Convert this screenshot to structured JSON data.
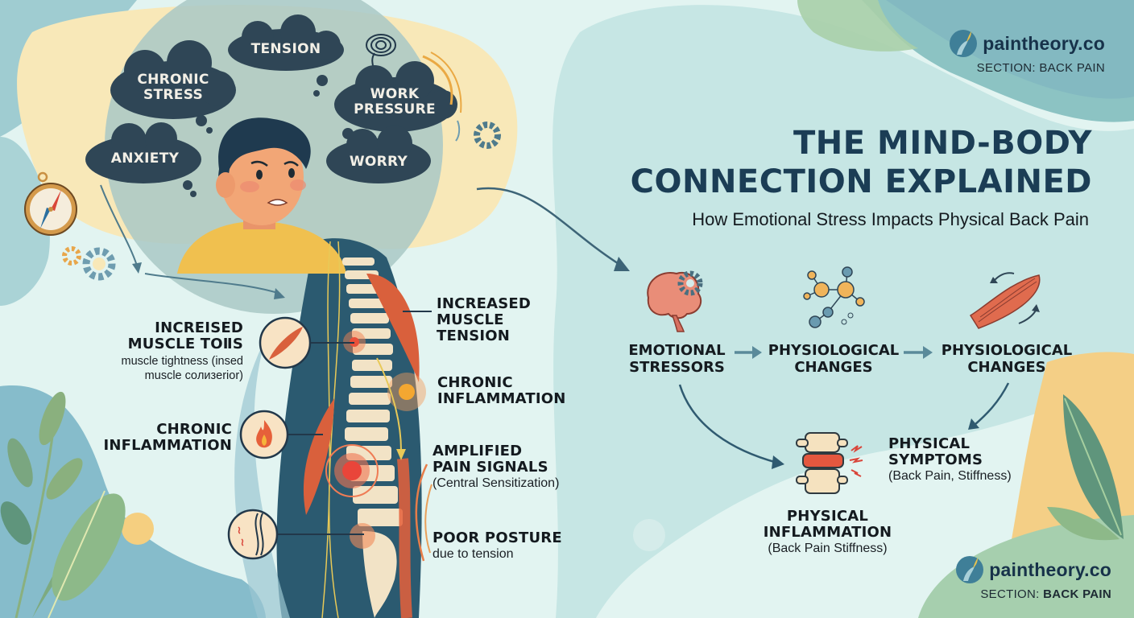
{
  "brand_top": {
    "name": "paintheory.co",
    "section_prefix": "SECTION:",
    "section_value": "BACK PAIN",
    "logo_icon": "leaf-circle-logo-icon"
  },
  "brand_bottom": {
    "name": "paintheory.co",
    "section_prefix": "SECTION:",
    "section_value": "BACK PAIN",
    "logo_icon": "leaf-circle-logo-icon"
  },
  "title": {
    "line1": "THE MIND-BODY",
    "line2": "CONNECTION EXPLAINED",
    "subtitle": "How Emotional Stress Impacts Physical Back Pain"
  },
  "thought_clouds": [
    {
      "label_line1": "TENSION",
      "label_line2": ""
    },
    {
      "label_line1": "CHRONIC",
      "label_line2": "STRESS"
    },
    {
      "label_line1": "WORK",
      "label_line2": "PRESSURE"
    },
    {
      "label_line1": "ANXIETY",
      "label_line2": ""
    },
    {
      "label_line1": "WORRY",
      "label_line2": ""
    }
  ],
  "left_callouts": [
    {
      "heading_line1": "INCREISED",
      "heading_line2": "MUSCLE TOⅡS",
      "sub_line1": "muscle tightness (insed",
      "sub_line2": "muscle coлизerior)",
      "icon": "muscle-icon"
    },
    {
      "heading_line1": "CHRONIC",
      "heading_line2": "INFLAMMATION",
      "icon": "flame-icon"
    },
    {
      "icon": "posture-spine-icon"
    }
  ],
  "right_callouts": [
    {
      "heading_line1": "INCREASED",
      "heading_line2": "MUSCLE",
      "heading_line3": "TENSION"
    },
    {
      "heading_line1": "CHRONIC",
      "heading_line2": "INFLAMMATION"
    },
    {
      "heading_line1": "AMPLIFIED",
      "heading_line2": "PAIN SIGNALS",
      "sub": "(Central Sensitization)"
    },
    {
      "heading_line1": "POOR POSTURE",
      "sub": "due to tension"
    }
  ],
  "flow": {
    "steps": [
      {
        "line1": "EMOTIONAL",
        "line2": "STRESSORS",
        "icon": "brain-gear-icon"
      },
      {
        "line1": "PHYSIOLOGICAL",
        "line2": "CHANGES",
        "icon": "molecule-icon"
      },
      {
        "line1": "PHYSIOLOGICAL",
        "line2": "CHANGES",
        "icon": "muscle-tension-icon"
      }
    ],
    "symptoms": {
      "line1": "PHYSICAL",
      "line2": "SYMPTOMS",
      "sub": "(Back Pain, Stiffness)"
    },
    "inflammation": {
      "line1": "PHYSICAL",
      "line2": "INFLAMMATION",
      "sub": "(Back Pain Stiffness)",
      "icon": "vertebra-pain-icon"
    }
  },
  "colors": {
    "title": "#1b3d55",
    "cloud": "#2f4656",
    "accent_orange": "#e9603a",
    "spine_blue": "#2b5a70",
    "background": "#e2f4f1"
  }
}
